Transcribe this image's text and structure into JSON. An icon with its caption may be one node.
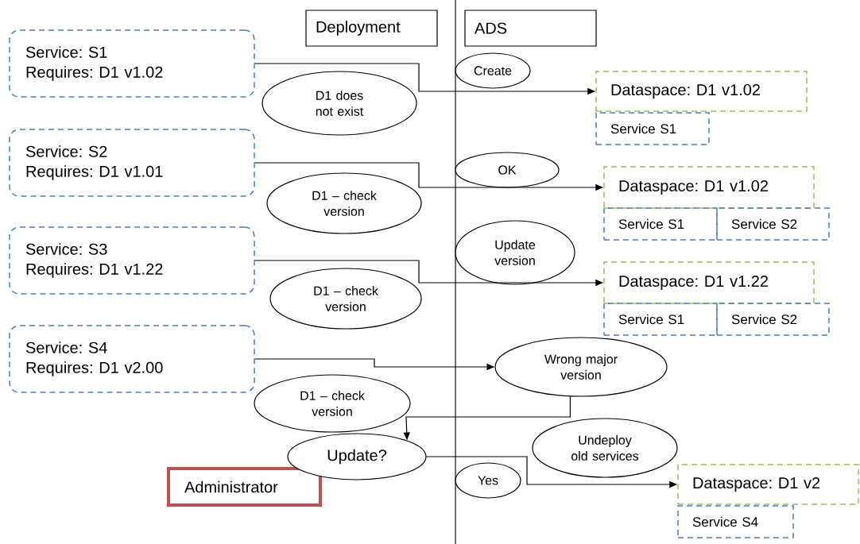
{
  "diagram": {
    "nodes": [
      {
        "text": [
          "Deployment"
        ]
      },
      {
        "text": [
          "ADS"
        ]
      },
      {
        "text": [
          "Service: S1",
          "Requires: D1 v1.02"
        ]
      },
      {
        "text": [
          "Service: S2",
          "Requires: D1 v1.01"
        ]
      },
      {
        "text": [
          "Service: S3",
          "Requires: D1 v1.22"
        ]
      },
      {
        "text": [
          "Service: S4",
          "Requires: D1 v2.00"
        ]
      },
      {
        "text": [
          "D1 does not exist"
        ]
      },
      {
        "text": [
          "Create"
        ]
      },
      {
        "text": [
          "D1 – check version"
        ]
      },
      {
        "text": [
          "OK"
        ]
      },
      {
        "text": [
          "D1 – check version"
        ]
      },
      {
        "text": [
          "Update version"
        ]
      },
      {
        "text": [
          "D1 – check version"
        ]
      },
      {
        "text": [
          "Wrong major version"
        ]
      },
      {
        "text": [
          "Update?"
        ]
      },
      {
        "text": [
          "Administrator"
        ]
      },
      {
        "text": [
          "Yes"
        ]
      },
      {
        "text": [
          "Undeploy old services"
        ]
      },
      {
        "text": [
          "Dataspace: D1 v1.02"
        ]
      },
      {
        "text": [
          "Service S1"
        ]
      },
      {
        "text": [
          "Dataspace: D1 v1.02"
        ]
      },
      {
        "text": [
          "Service S1"
        ]
      },
      {
        "text": [
          "Service S2"
        ]
      },
      {
        "text": [
          "Dataspace: D1 v1.22"
        ]
      },
      {
        "text": [
          "Service S1"
        ]
      },
      {
        "text": [
          "Service S2"
        ]
      },
      {
        "text": [
          "Dataspace: D1 v2"
        ]
      },
      {
        "text": [
          "Service S4"
        ]
      }
    ],
    "edges": [
      {
        "from": 2,
        "to": 18,
        "arrow": "to"
      },
      {
        "from": 3,
        "to": 20,
        "arrow": "to"
      },
      {
        "from": 4,
        "to": 23,
        "arrow": "to"
      },
      {
        "from": 5,
        "to": 13,
        "arrow": "to"
      },
      {
        "from": 13,
        "to": 14,
        "arrow": "to"
      },
      {
        "from": 14,
        "to": 26,
        "arrow": "to"
      }
    ]
  }
}
